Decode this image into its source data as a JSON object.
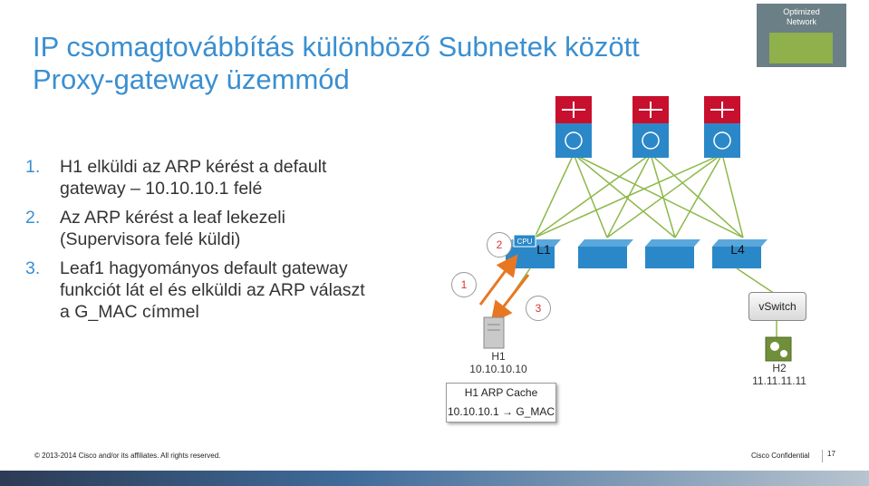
{
  "title": {
    "line1": "IP csomagtovábbítás különböző Subnetek között",
    "line2": "Proxy-gateway üzemmód"
  },
  "badge": {
    "line1": "Optimized",
    "line2": "Network"
  },
  "steps": [
    {
      "num": "1.",
      "text": "H1 elküldi az ARP kérést a default gateway – 10.10.10.1 felé"
    },
    {
      "num": "2.",
      "text": "Az ARP kérést a leaf lekezeli (Supervisora felé küldi)"
    },
    {
      "num": "3.",
      "text": "Leaf1 hagyományos default gateway funkciót lát el és elküldi az ARP választ a G_MAC címmel"
    }
  ],
  "diagram": {
    "markers": [
      "1",
      "2",
      "3"
    ],
    "cpu_label": "CPU",
    "leaf1_label": "L1",
    "leaf4_label": "L4",
    "vswitch_label": "vSwitch",
    "h1": {
      "name": "H1",
      "ip": "10.10.10.10"
    },
    "h2": {
      "name": "H2",
      "ip": "11.11.11.11"
    },
    "cache": {
      "title": "H1 ARP Cache",
      "entry": "10.10.10.1 → G_MAC"
    },
    "colors": {
      "spine": "#c8102e",
      "leaf": "#2b88c8",
      "links": "#8db84a",
      "arrow": "#e87722",
      "accent": "#3a8fd1"
    }
  },
  "footer": {
    "copyright": "© 2013-2014  Cisco and/or its affiliates. All rights reserved.",
    "confidential": "Cisco Confidential",
    "page": "17"
  }
}
